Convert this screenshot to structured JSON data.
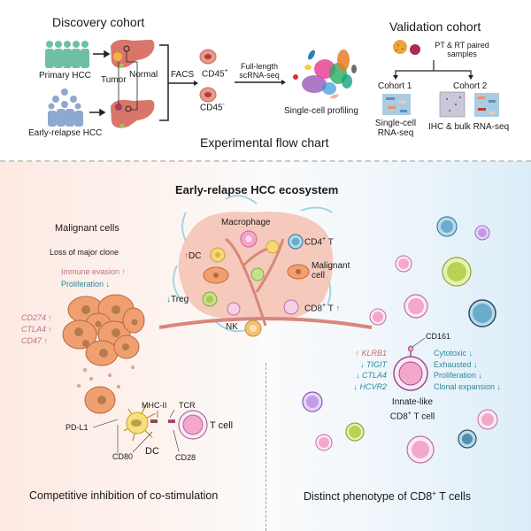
{
  "flow": {
    "discovery_title": "Discovery cohort",
    "primary_label": "Primary HCC",
    "relapse_label": "Early-relapse HCC",
    "tumor_label": "Tumor",
    "normal_label": "Normal",
    "facs_label": "FACS",
    "cd45_pos": "CD45",
    "cd45_pos_sup": "+",
    "cd45_neg": "CD45",
    "cd45_neg_sup": "-",
    "seq_label_1": "Full-length",
    "seq_label_2": "scRNA-seq",
    "profiling_label": "Single-cell profiling",
    "validation_title": "Validation cohort",
    "paired_1": "PT & RT paired",
    "paired_2": "samples",
    "cohort1": "Cohort 1",
    "cohort2": "Cohort 2",
    "cohort1_method_1": "Single-cell",
    "cohort1_method_2": "RNA-seq",
    "cohort2_method": "IHC & bulk RNA-seq",
    "caption": "Experimental flow chart"
  },
  "ecosystem": {
    "title": "Early-relapse HCC ecosystem",
    "macrophage": "Macrophage",
    "dc": "DC",
    "dc_arrow": "↑",
    "cd4": "CD4",
    "cd4_sup": "+",
    "cd4_t": " T",
    "malignant_1": "Malignant",
    "malignant_2": "cell",
    "treg": "Treg",
    "treg_arrow": "↓",
    "cd8": "CD8",
    "cd8_sup": "+",
    "cd8_t": " T",
    "cd8_arrow": "↑",
    "nk": "NK"
  },
  "malignant": {
    "title": "Malignant cells",
    "subtitle": "Loss of major clone",
    "immune_evasion": "Immune evasion ↑",
    "proliferation": "Proliferation ↓",
    "genes": [
      "CD274 ↑",
      "CTLA4 ↑",
      "CD47 ↑"
    ],
    "pdl1": "PD-L1",
    "cd80": "CD80",
    "dc": "DC",
    "mhc": "MHC-II",
    "tcr": "TCR",
    "cd28": "CD28",
    "tcell": "T cell",
    "caption": "Competitive inhibition of co-stimulation"
  },
  "cd8": {
    "cd161": "CD161",
    "genes_left": [
      {
        "text": "↑ KLRB1",
        "dir": "up"
      },
      {
        "text": "↓ TIGIT",
        "dir": "down"
      },
      {
        "text": "↓ CTLA4",
        "dir": "down"
      },
      {
        "text": "↓ HCVR2",
        "dir": "down"
      }
    ],
    "features_right": [
      "Cytotoxic ↓",
      "Exhausted ↓",
      "Proliferation ↓",
      "Clonal expansion ↓"
    ],
    "cell_label_1": "Innate-like",
    "cell_label_2a": "CD8",
    "cell_label_2sup": "+",
    "cell_label_2b": " T cell",
    "caption_a": "Distinct phenotype of CD8",
    "caption_sup": "+",
    "caption_b": " T cells"
  },
  "colors": {
    "up_red": "#c96a6a",
    "down_teal": "#2d8a9a",
    "malignant_orange": "#f0a070",
    "liver": "#d9766a",
    "primary_people": "#6fbfa6",
    "relapse_people": "#8ea8cf"
  }
}
